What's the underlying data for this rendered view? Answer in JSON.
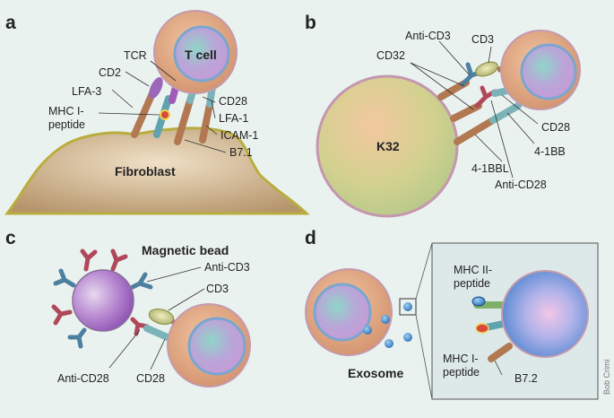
{
  "colors": {
    "background": "#eaf2f0",
    "cell_outer": "#d99c78",
    "cell_ring": "#7aa6cf",
    "cell_inner": "#c7a0d8",
    "fibroblast": "#c9b38f",
    "fibroblast_outline": "#b9ad3e",
    "k32": "#cdd58d",
    "k32_outline": "#c497ae",
    "bead": "#a56fc4",
    "antibody_red": "#b0485a",
    "antibody_blue": "#4d7f9f",
    "stalk_brown": "#b27852",
    "stalk_teal": "#7cb3b8",
    "stalk_green": "#7fb06a",
    "exosome": "#3a7fc0"
  },
  "panels": {
    "a": {
      "letter": "a",
      "t_cell": "T cell",
      "fibroblast": "Fibroblast",
      "labels": {
        "tcr": "TCR",
        "cd2": "CD2",
        "lfa3": "LFA-3",
        "mhc_line1": "MHC I-",
        "mhc_line2": "peptide",
        "cd28": "CD28",
        "lfa1": "LFA-1",
        "icam1": "ICAM-1",
        "b71": "B7.1"
      }
    },
    "b": {
      "letter": "b",
      "k32": "K32",
      "labels": {
        "anti_cd3": "Anti-CD3",
        "cd3": "CD3",
        "cd32": "CD32",
        "cd28": "CD28",
        "b41bb": "4-1BB",
        "b41bbl": "4-1BBL",
        "anti_cd28": "Anti-CD28"
      }
    },
    "c": {
      "letter": "c",
      "bead": "Magnetic bead",
      "labels": {
        "anti_cd3": "Anti-CD3",
        "cd3": "CD3",
        "anti_cd28": "Anti-CD28",
        "cd28": "CD28"
      }
    },
    "d": {
      "letter": "d",
      "exosome": "Exosome",
      "labels": {
        "mhc2_line1": "MHC II-",
        "mhc2_line2": "peptide",
        "mhc1_line1": "MHC I-",
        "mhc1_line2": "peptide",
        "b72": "B7.2"
      }
    }
  },
  "credit": "Bob Crimi"
}
